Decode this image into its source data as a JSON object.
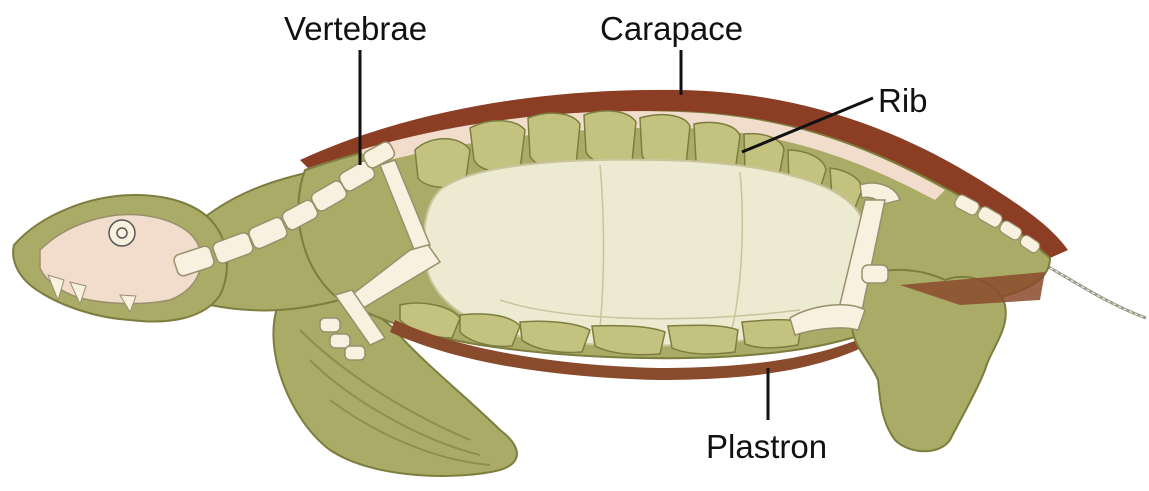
{
  "diagram": {
    "labels": {
      "vertebrae": "Vertebrae",
      "carapace": "Carapace",
      "rib": "Rib",
      "plastron": "Plastron"
    }
  },
  "colors": {
    "skin": "#a9ab66",
    "skin_dark": "#7c7d3e",
    "skin_light": "#c3c27f",
    "carapace_shell": "#8b3e24",
    "plastron_shell": "#8a4a2c",
    "inner_pink": "#f2ddcc",
    "body_cavity": "#ecead0",
    "bone": "#f8f1e0",
    "bone_outline": "#9a8f6c",
    "leader_line": "#111111"
  }
}
